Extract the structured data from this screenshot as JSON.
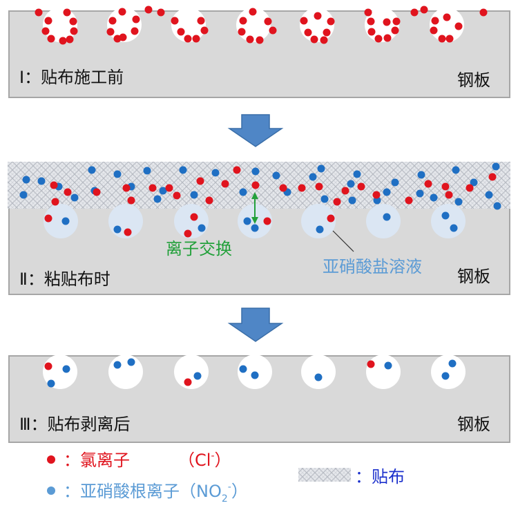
{
  "colors": {
    "chloride": "#e0141e",
    "nitrite": "#1f6fc3",
    "steel": "#d9d9d9",
    "steel_border": "#a6a6a6",
    "arrow": "#4f86c6",
    "exchange_text": "#22a03a",
    "solution_text": "#5b9bd5",
    "legend_red_text": "#e0141e",
    "legend_blue_text": "#5b9bd5",
    "legend_cloth_text": "#1a2fcc"
  },
  "stages": [
    {
      "label": "Ⅰ：贴布施工前",
      "steel_label": "钢板"
    },
    {
      "label": "Ⅱ：粘贴布时",
      "steel_label": "钢板"
    },
    {
      "label": "Ⅲ：贴布剥离后",
      "steel_label": "钢板"
    }
  ],
  "annotations": {
    "ion_exchange": "离子交换",
    "nitrite_solution": "亚硝酸盐溶液"
  },
  "legend": {
    "chloride": {
      "prefix": "：氯离子",
      "formula": "（Cl",
      "superscript": "-",
      "close": "）"
    },
    "nitrite": {
      "prefix": "：亚硝酸根离子（NO",
      "subscript": "2",
      "superscript": "-",
      "close": "）"
    },
    "cloth": {
      "label": "：贴布"
    }
  },
  "icons": {
    "down_arrow": "down-arrow-icon",
    "red_dot": "chloride-ion-icon",
    "blue_dot": "nitrite-ion-icon",
    "cloth_swatch": "cloth-pattern-icon"
  }
}
